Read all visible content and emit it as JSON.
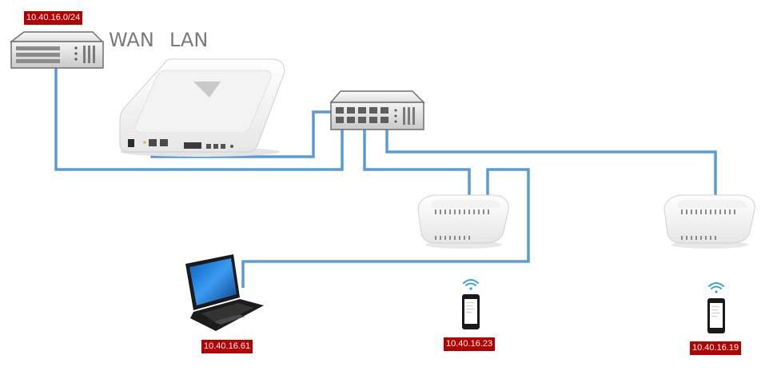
{
  "network": {
    "subnet": "10.40.16.0/24",
    "wan_label": "WAN",
    "lan_label": "LAN"
  },
  "clients": {
    "laptop_ip": "10.40.16.61",
    "phone1_ip": "10.40.16.23",
    "phone2_ip": "10.40.16.19"
  },
  "colors": {
    "cable": "#5b9bd5",
    "label_bg": "#b50000",
    "wifi": "#3aa0d8"
  },
  "icons": {
    "router": "router-icon",
    "gateway": "gateway-appliance-icon",
    "switch": "network-switch-icon",
    "access_point": "access-point-icon",
    "laptop": "laptop-icon",
    "phone": "smartphone-icon",
    "wifi": "wifi-signal-icon"
  }
}
